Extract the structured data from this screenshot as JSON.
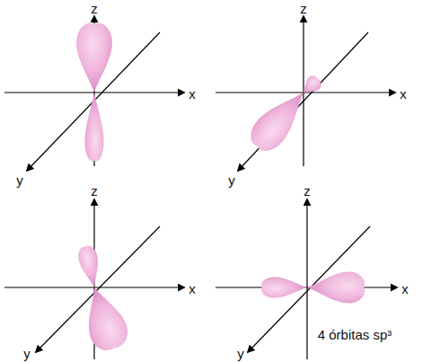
{
  "diagram": {
    "labels": [
      "z",
      "x",
      "y",
      "z",
      "x",
      "y",
      "z",
      "x",
      "y",
      "z",
      "x",
      "y",
      "4 órbitas sp³"
    ]
  }
}
